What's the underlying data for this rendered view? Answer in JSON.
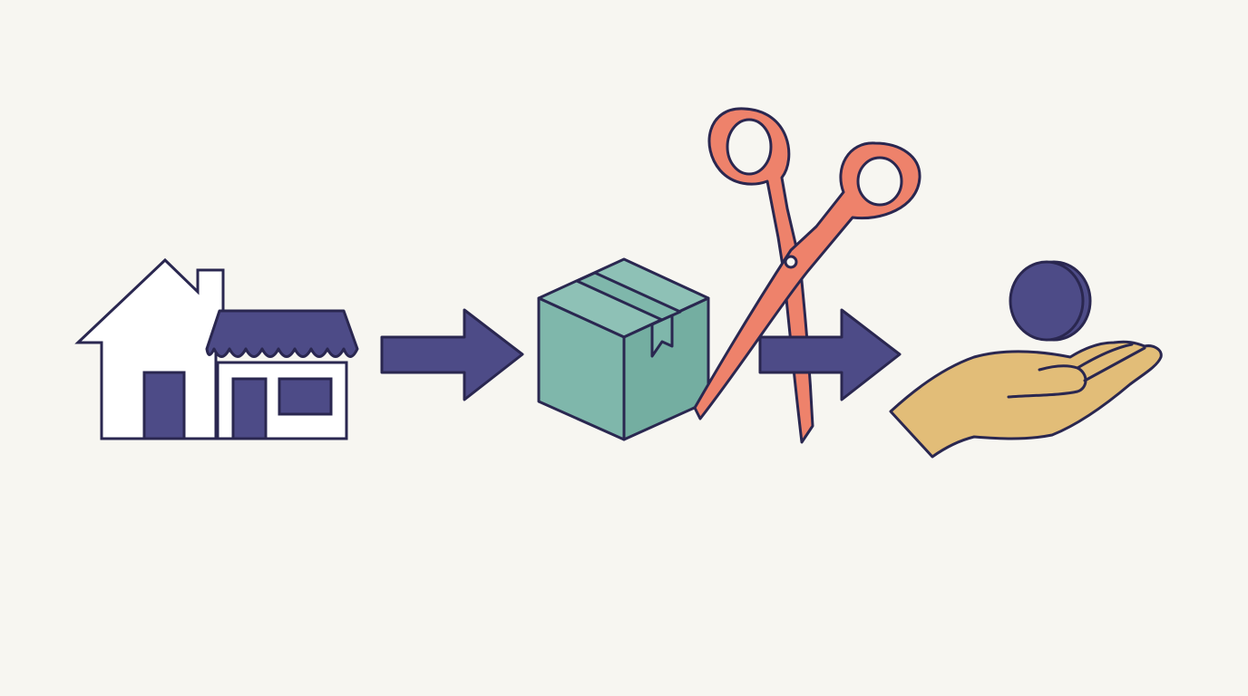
{
  "diagram": {
    "steps": [
      {
        "id": "home-shop",
        "icon": "house-and-shop-icon"
      },
      {
        "id": "package",
        "icon": "cardboard-box-icon"
      },
      {
        "id": "cut",
        "icon": "scissors-icon"
      },
      {
        "id": "payment",
        "icon": "hand-receiving-coin-icon"
      }
    ],
    "connectors": [
      "arrow-right-icon",
      "arrow-right-icon"
    ]
  },
  "colors": {
    "background": "#f7f6f1",
    "outline": "#2a2750",
    "accent_navy": "#4d4b87",
    "box_teal": "#7fb7ab",
    "scissors_coral": "#ee826b",
    "hand_tan": "#e2bd78",
    "building_fill": "#ffffff"
  }
}
